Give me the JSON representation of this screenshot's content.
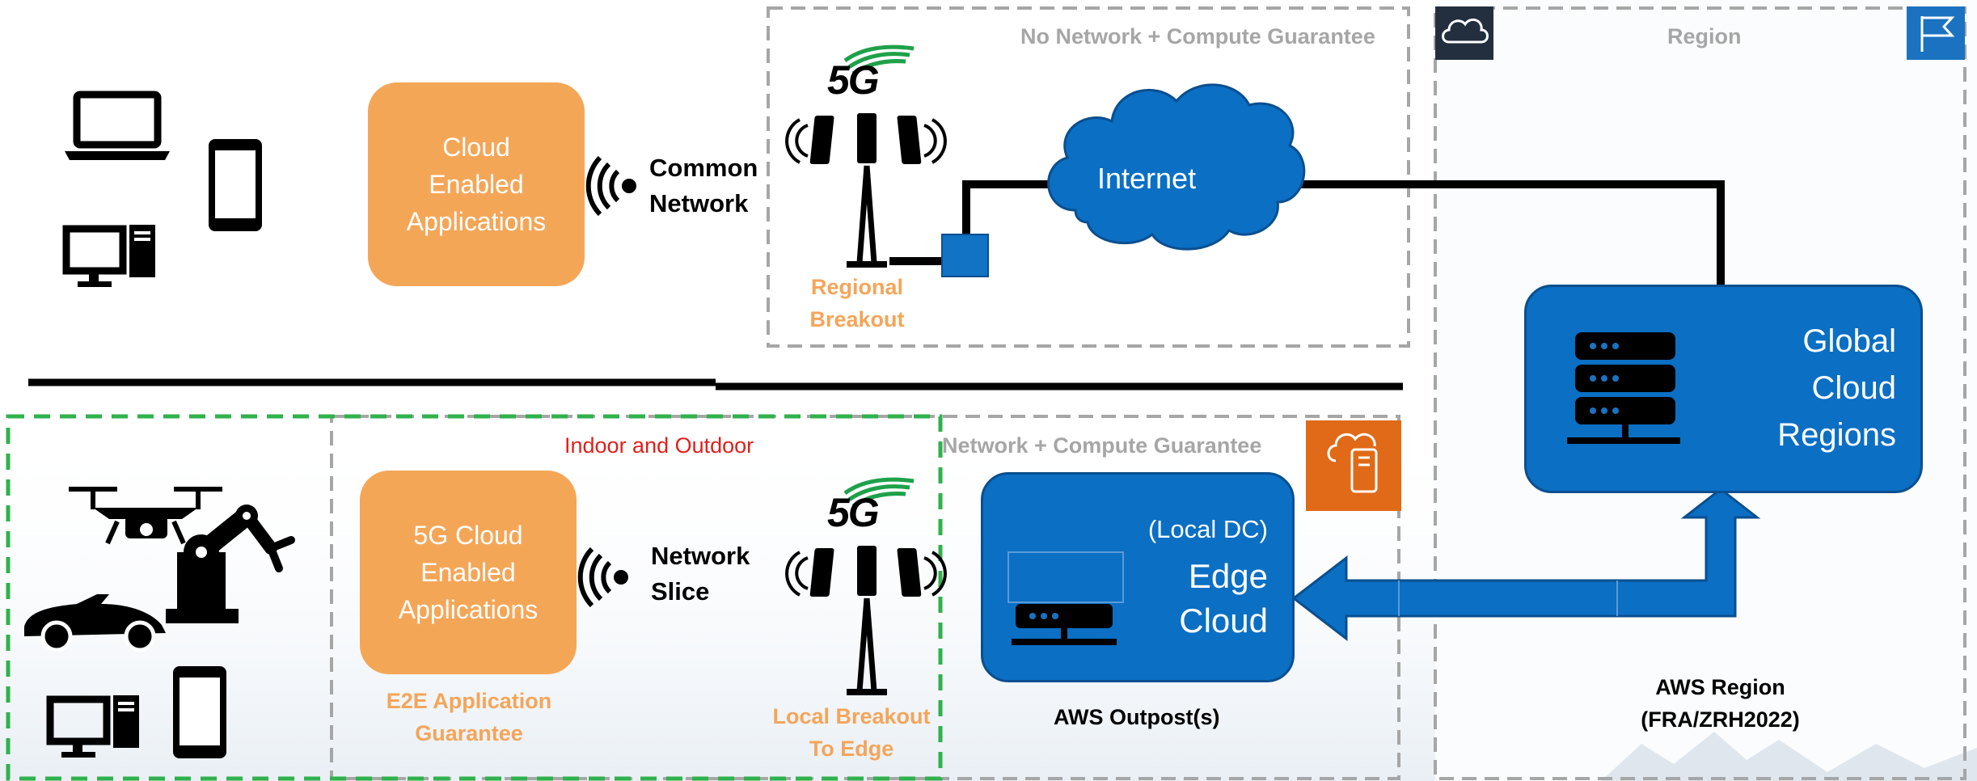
{
  "diagram": {
    "top_box_title": "No Network + Compute Guarantee",
    "region_title": "Region",
    "bottom_box_title": "Network + Compute Guarantee",
    "indoor_outdoor": "Indoor and Outdoor",
    "cloud_apps": [
      "Cloud",
      "Enabled",
      "Applications"
    ],
    "common_network": [
      "Common",
      "Network"
    ],
    "regional_breakout": [
      "Regional",
      "Breakout"
    ],
    "internet": "Internet",
    "global_cloud": [
      "Global",
      "Cloud",
      "Regions"
    ],
    "apps_5g": [
      "5G Cloud",
      "Enabled",
      "Applications"
    ],
    "network_slice": [
      "Network",
      "Slice"
    ],
    "e2e": [
      "E2E Application",
      "Guarantee"
    ],
    "local_breakout": [
      "Local Breakout",
      "To Edge"
    ],
    "edge_cloud": [
      "(Local DC)",
      "Edge",
      "Cloud"
    ],
    "aws_outposts": "AWS Outpost(s)",
    "aws_region": [
      "AWS Region",
      "(FRA/ZRH2022)"
    ],
    "label_5g": "5G"
  },
  "colors": {
    "orange": "#f4a657",
    "orange_text": "#f4a559",
    "blue": "#0b6fc4",
    "dashed_gray": "#a6a6a6",
    "green_dash": "#2fb24b",
    "red": "#e0201c",
    "icon_navy": "#232f3e",
    "icon_blue": "#1a72c0",
    "icon_orange": "#e06a17"
  },
  "icons": [
    "laptop-icon",
    "smartphone-icon",
    "desktop-icon",
    "wifi-signal-icon",
    "cell-tower-icon",
    "cloud-icon",
    "server-icon",
    "flag-icon",
    "outpost-icon",
    "drone-icon",
    "robot-arm-icon",
    "car-icon",
    "arrow-icon"
  ]
}
